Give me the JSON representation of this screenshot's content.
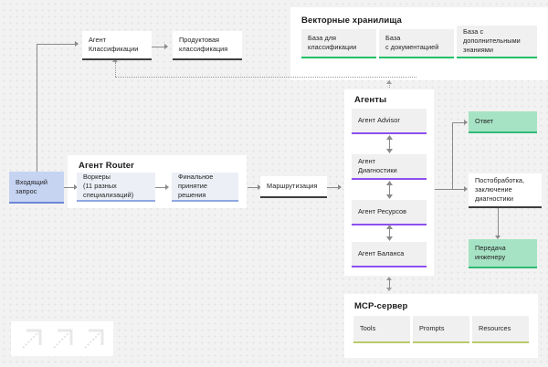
{
  "diagram": {
    "title_hidden": "",
    "nodes": {
      "incoming_request": "Входящий\nзапрос",
      "classification_agent": "Агент\nКлассификации",
      "product_classification": "Продуктовая\nклассификация",
      "routing": "Маршрутизация",
      "answer": "Ответ",
      "postprocessing": "Постобработка,\nзаключение\nдиагностики",
      "transfer_engineer": "Передача\nинженеру"
    },
    "router_panel": {
      "title": "Агент Router",
      "boxes": [
        "Воркеры\n(11 разных\nспециализаций)",
        "Финальное\nпринятие\nрешения"
      ]
    },
    "vector_panel": {
      "title": "Векторные хранилища",
      "boxes": [
        "База для\nклассификации",
        "База\nс документацией",
        "База с\nдополнительными\nзнаниями"
      ]
    },
    "agents_panel": {
      "title": "Агенты",
      "boxes": [
        "Агент Advisor",
        "Агент\nДиагностики",
        "Агент Ресурсов",
        "Агент Баланса"
      ]
    },
    "mcp_panel": {
      "title": "MCP-сервер",
      "boxes": [
        "Tools",
        "Prompts",
        "Resources"
      ]
    },
    "colors": {
      "background": "#f2f2f2",
      "panel": "#ffffff",
      "node_grey": "#f0f0f0",
      "accent_blue": "#6b86d6",
      "accent_blue_fill": "#c6d4f2",
      "accent_green": "#22c168",
      "accent_mint_fill": "#a6e3c4",
      "accent_purple": "#8c4ff0",
      "accent_olive": "#b9c96a",
      "connector": "#8a8a8a",
      "text": "#222222"
    }
  }
}
